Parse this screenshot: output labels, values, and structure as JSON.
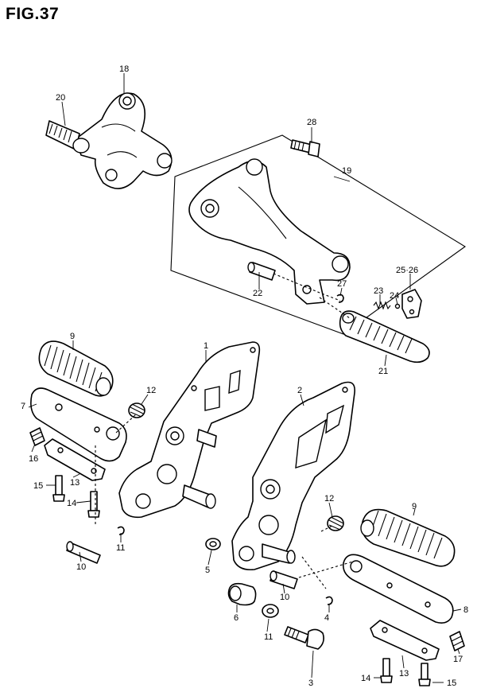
{
  "figure": {
    "title": "FIG.37"
  },
  "callouts": [
    "18",
    "20",
    "28",
    "19",
    "22",
    "27",
    "23",
    "24",
    "25·26",
    "21",
    "9",
    "1",
    "12",
    "7",
    "16",
    "15",
    "13",
    "14",
    "11",
    "10",
    "2",
    "9",
    "12",
    "5",
    "10",
    "6",
    "4",
    "11",
    "8",
    "3",
    "14",
    "13",
    "17",
    "15"
  ]
}
